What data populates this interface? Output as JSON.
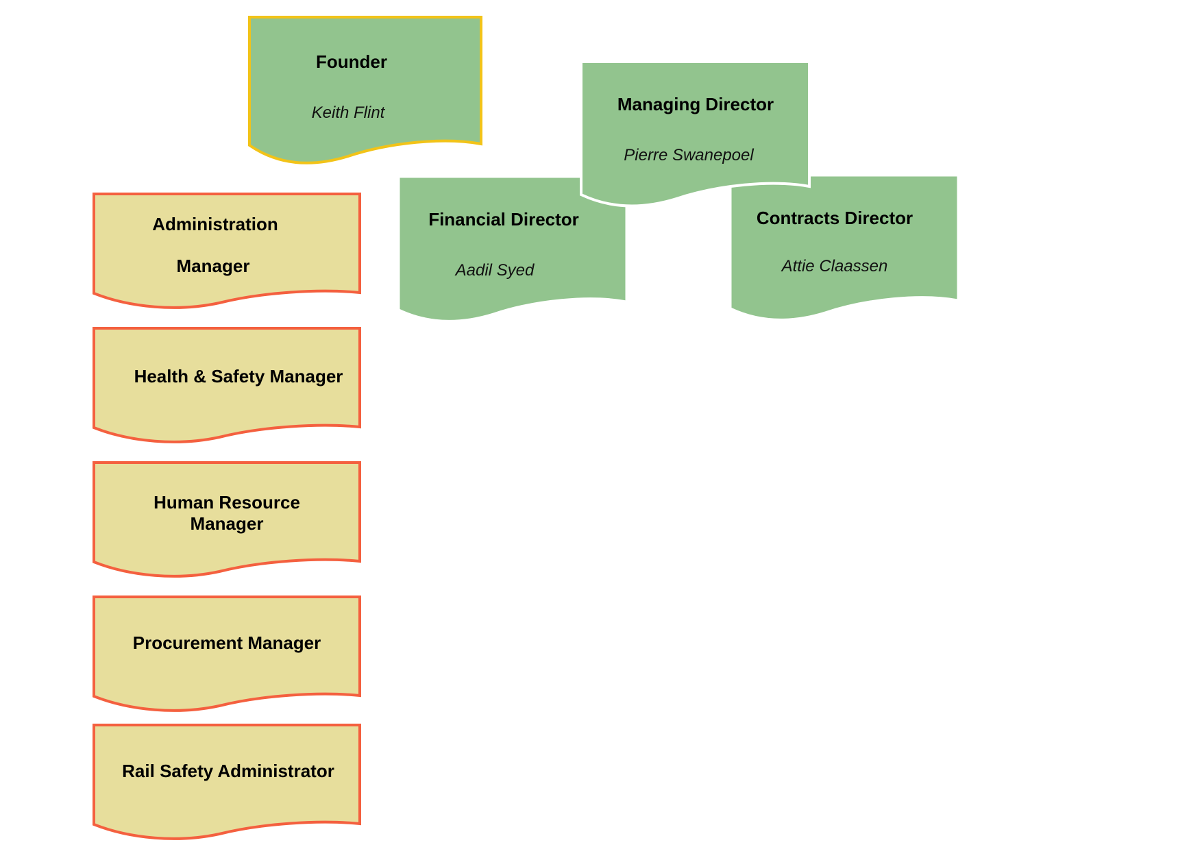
{
  "colors": {
    "exec_fill": "#92c48e",
    "manager_fill": "#e7de9c",
    "founder_border": "#f2c318",
    "manager_border": "#f4603f",
    "exec_border": "#ffffff"
  },
  "executives": {
    "founder": {
      "title": "Founder",
      "name": "Keith Flint"
    },
    "managing_director": {
      "title": "Managing Director",
      "name": "Pierre Swanepoel"
    },
    "financial_director": {
      "title": "Financial Director",
      "name": "Aadil Syed"
    },
    "contracts_director": {
      "title": "Contracts Director",
      "name": "Attie Claassen"
    }
  },
  "managers": [
    {
      "line1": "Administration",
      "line2": "Manager"
    },
    {
      "line1": "Health & Safety Manager",
      "line2": ""
    },
    {
      "line1": "Human Resource",
      "line2": "Manager"
    },
    {
      "line1": "Procurement Manager",
      "line2": ""
    },
    {
      "line1": "Rail Safety Administrator",
      "line2": ""
    }
  ]
}
